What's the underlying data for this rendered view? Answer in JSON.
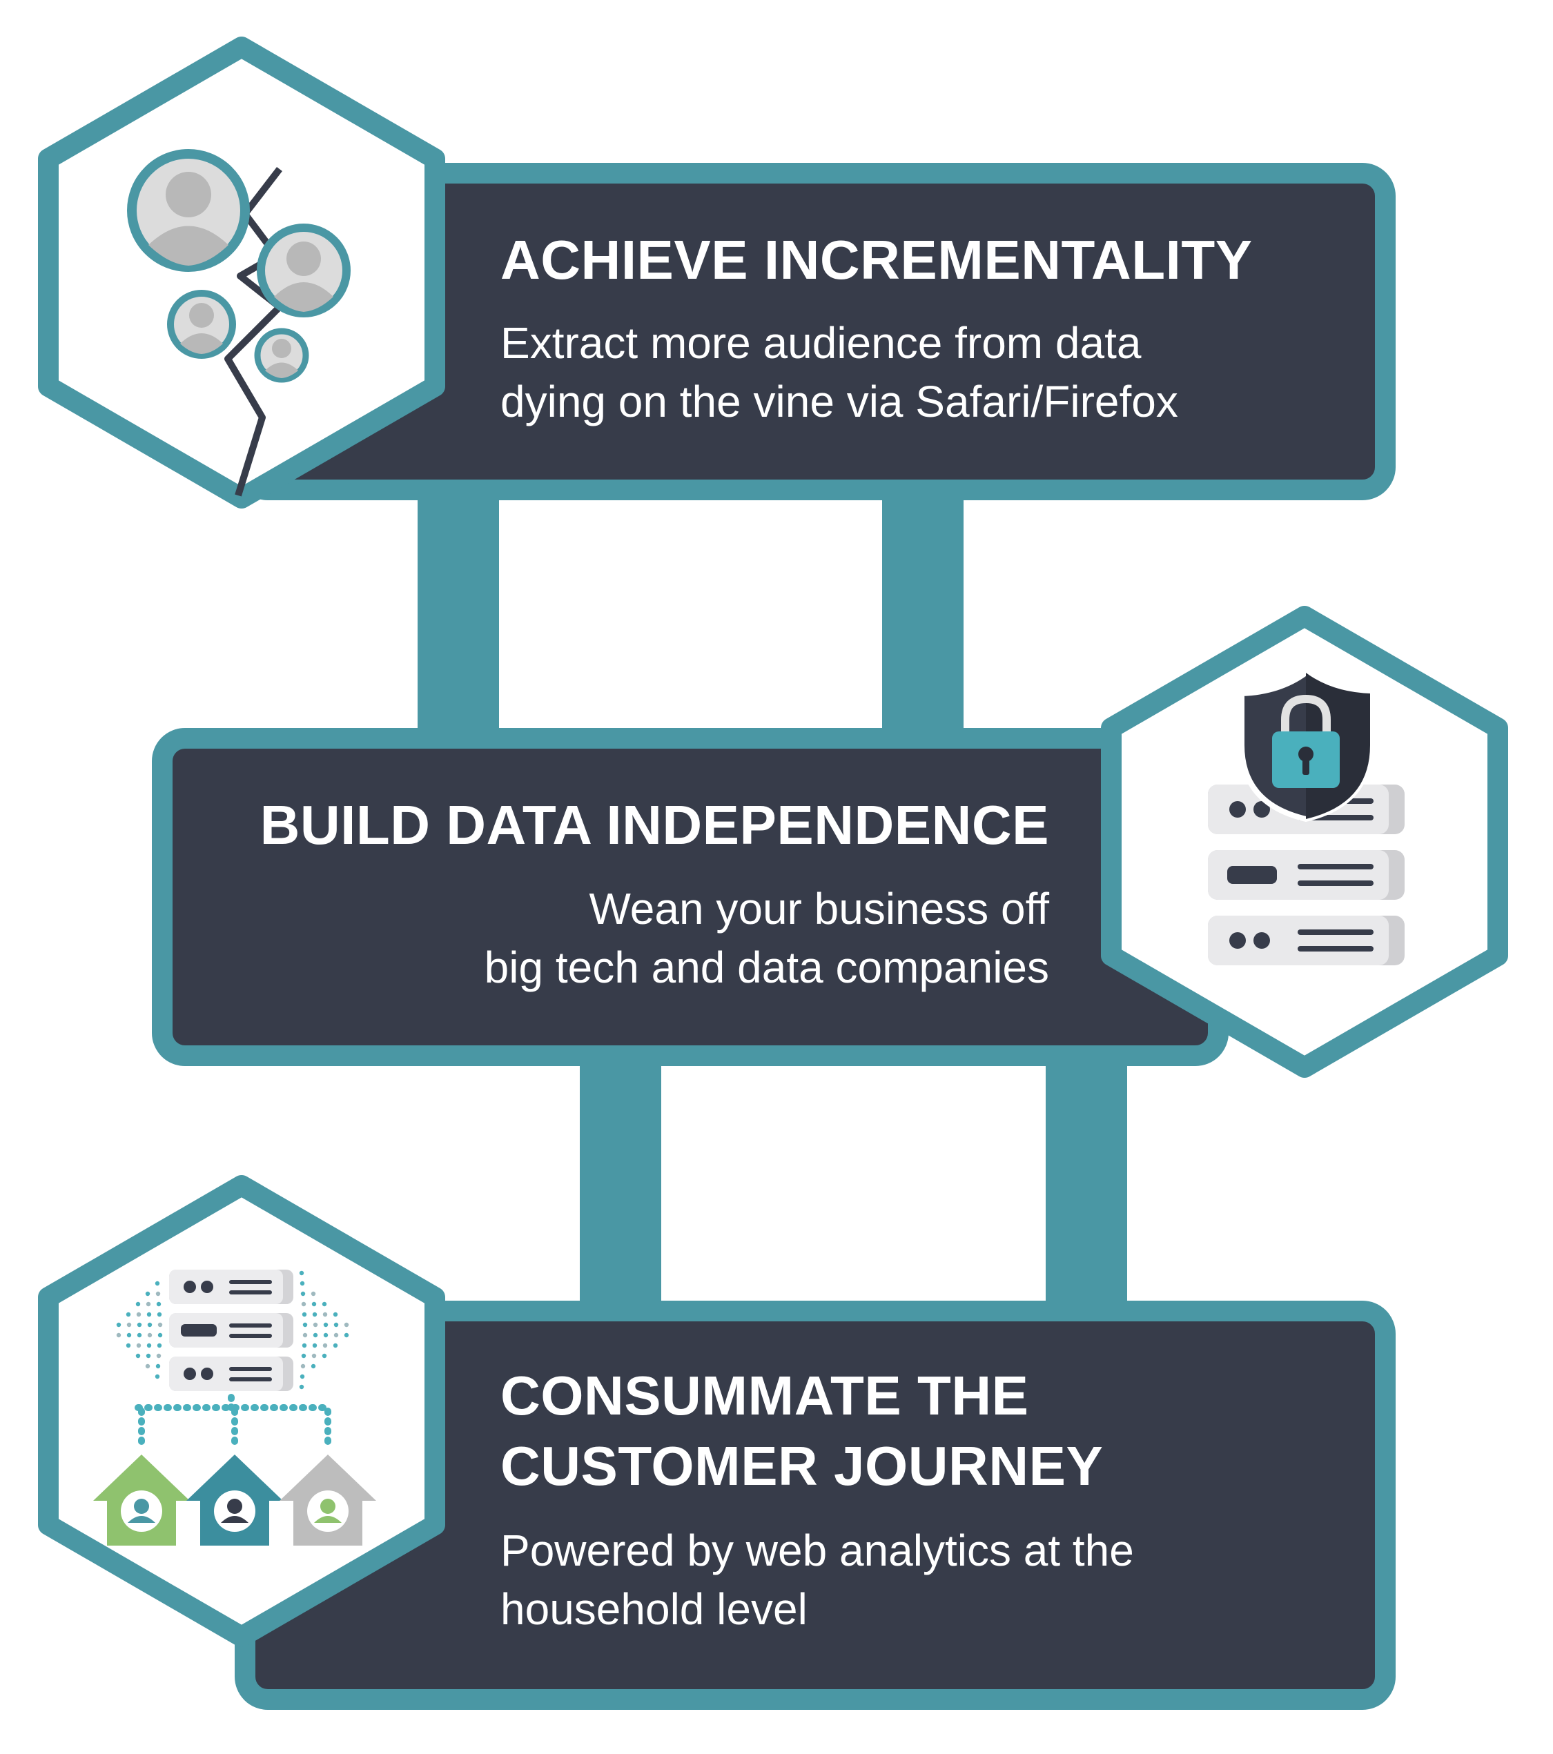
{
  "colors": {
    "accent_teal": "#4a97a4",
    "card_dark": "#373c4a",
    "background": "#ffffff",
    "icon_gray": "#d5d5d5",
    "icon_green": "#8fc26e"
  },
  "steps": [
    {
      "title": "ACHIEVE INCREMENTALITY",
      "line1": "Extract more audience from data",
      "line2": "dying on the vine via Safari/Firefox",
      "icon": "people-network-icon"
    },
    {
      "title": "BUILD DATA INDEPENDENCE",
      "line1": "Wean your business off",
      "line2": "big tech and data companies",
      "icon": "secure-server-icon"
    },
    {
      "title_line1": "CONSUMMATE THE",
      "title_line2": "CUSTOMER JOURNEY",
      "line1": "Powered by web analytics at the",
      "line2": "household level",
      "icon": "household-network-icon"
    }
  ]
}
